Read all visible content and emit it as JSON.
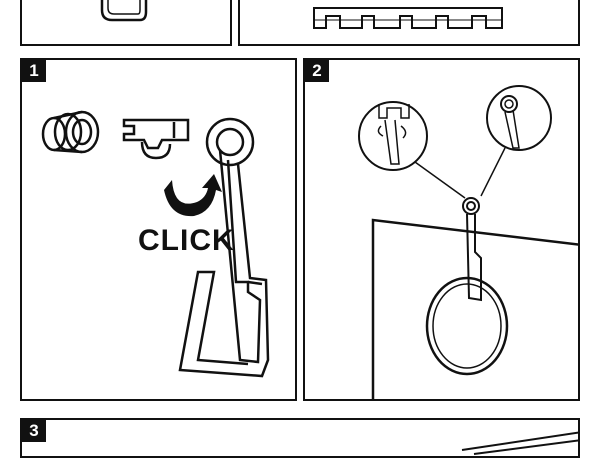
{
  "steps": [
    {
      "number": "1",
      "label": "CLICK"
    },
    {
      "number": "2"
    },
    {
      "number": "3"
    }
  ]
}
